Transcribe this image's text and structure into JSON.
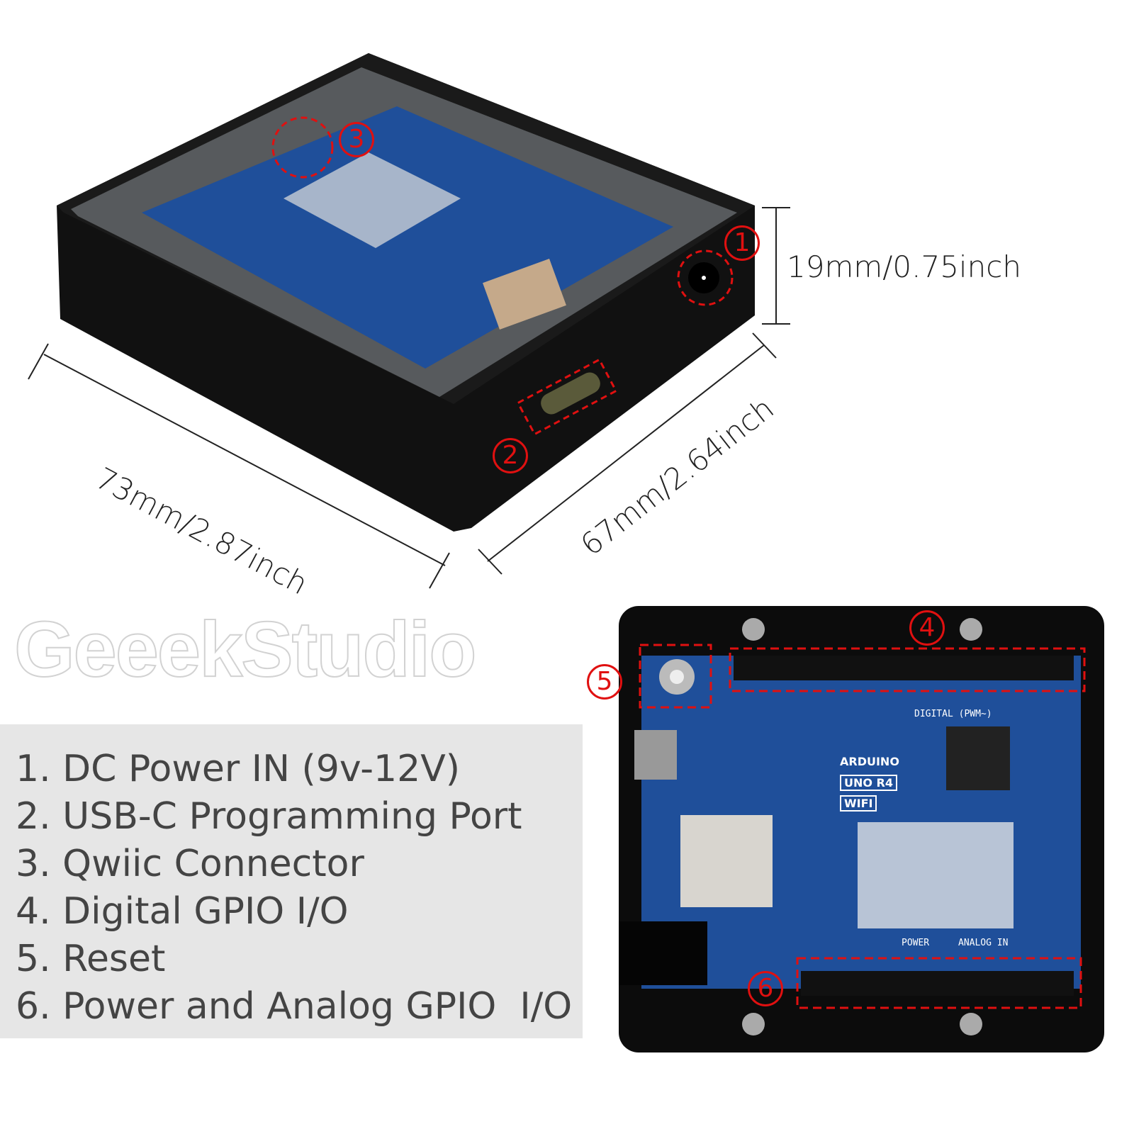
{
  "dimensions": {
    "height": "19mm/0.75inch",
    "length": "73mm/2.87inch",
    "width": "67mm/2.64inch"
  },
  "watermark": "GeeekStudio",
  "markers": [
    "1",
    "2",
    "3",
    "4",
    "5",
    "6"
  ],
  "features": [
    "1. DC Power IN (9v-12V)",
    "2. USB-C Programming Port",
    "3. Qwiic Connector",
    "4. Digital GPIO I/O",
    "5. Reset",
    "6. Power and Analog GPIO  I/O"
  ],
  "board_labels": {
    "brand": "ARDUINO",
    "model": "UNO R4",
    "variant": "WIFI",
    "digital_header": "DIGITAL (PWM~)",
    "power_header": "POWER",
    "analog_header": "ANALOG IN"
  },
  "colors": {
    "case": "#111111",
    "board": "#1f4f9a",
    "marker": "#e01010",
    "panel": "#e6e6e6"
  }
}
